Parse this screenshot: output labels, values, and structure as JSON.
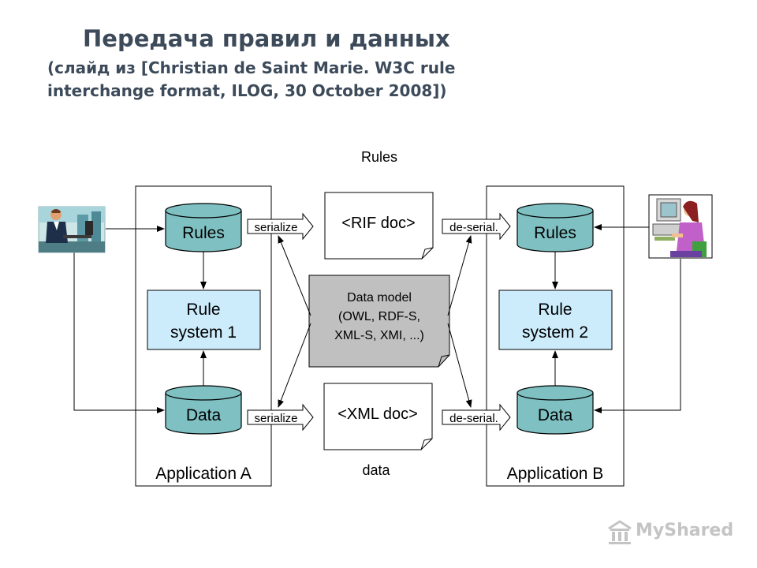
{
  "slide": {
    "title": "Передача правил и данных",
    "subtitle_line1": "(слайд из [Christian de Saint Marie. W3C rule",
    "subtitle_line2": "interchange format, ILOG, 30 October 2008])"
  },
  "diagram": {
    "top_label": "Rules",
    "bottom_label": "data",
    "app_a": {
      "name": "Application A",
      "rules_db": "Rules",
      "rule_system_line1": "Rule",
      "rule_system_line2": "system 1",
      "data_db": "Data"
    },
    "app_b": {
      "name": "Application B",
      "rules_db": "Rules",
      "rule_system_line1": "Rule",
      "rule_system_line2": "system 2",
      "data_db": "Data"
    },
    "serialize_rules": "serialize",
    "serialize_data": "serialize",
    "deserialize_rules": "de-serial.",
    "deserialize_data": "de-serial.",
    "rif_doc": "<RIF doc>",
    "xml_doc": "<XML doc>",
    "data_model_line1": "Data model",
    "data_model_line2": "(OWL, RDF-S,",
    "data_model_line3": "XML-S, XMI, ...)"
  },
  "watermark": {
    "text": "MyShared"
  },
  "colors": {
    "cylinder": "#7fc0c2",
    "rule_system": "#ccecfc",
    "data_model": "#c0c0c0",
    "title": "#3c4a5a"
  }
}
